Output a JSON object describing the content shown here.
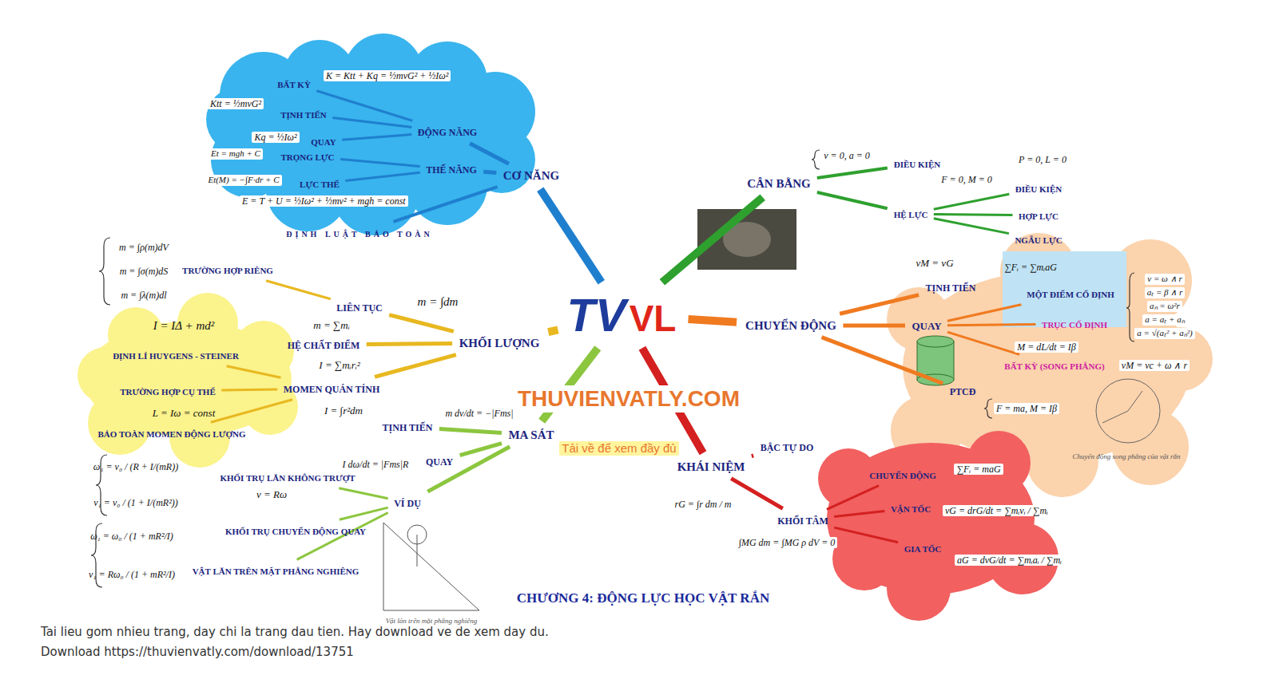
{
  "diagram": {
    "title": "CHƯƠNG 4: ĐỘNG LỰC HỌC VẬT RẮN",
    "nodes": [
      {
        "text": [
          "TV",
          "VL"
        ]
      },
      {
        "text": [
          "CƠ NĂNG"
        ]
      },
      {
        "text": [
          "ĐỘNG NĂNG"
        ]
      },
      {
        "text": [
          "BẤT KỲ"
        ]
      },
      {
        "text": [
          "TỊNH TIẾN"
        ]
      },
      {
        "text": [
          "QUAY"
        ]
      },
      {
        "text": [
          "THẾ NĂNG"
        ]
      },
      {
        "text": [
          "TRỌNG LỰC"
        ]
      },
      {
        "text": [
          "LỰC THẾ"
        ]
      },
      {
        "text": [
          "ĐỊNH LUẬT BẢO TOÀN"
        ]
      },
      {
        "text": [
          "KHỐI LƯỢNG"
        ]
      },
      {
        "text": [
          "LIÊN TỤC"
        ]
      },
      {
        "text": [
          "TRƯỜNG HỢP RIÊNG"
        ]
      },
      {
        "text": [
          "HỆ CHẤT ĐIỂM"
        ]
      },
      {
        "text": [
          "MOMEN QUÁN TÍNH"
        ]
      },
      {
        "text": [
          "ĐỊNH LÍ HUYGENS - STEINER"
        ]
      },
      {
        "text": [
          "TRƯỜNG HỢP CỤ THỂ"
        ]
      },
      {
        "text": [
          "BẢO TOÀN MOMEN ĐỘNG LƯỢNG"
        ]
      },
      {
        "text": [
          "MA SÁT"
        ]
      },
      {
        "text": [
          "TỊNH TIẾN"
        ]
      },
      {
        "text": [
          "QUAY"
        ]
      },
      {
        "text": [
          "VÍ DỤ"
        ]
      },
      {
        "text": [
          "KHỐI TRỤ LĂN KHÔNG TRƯỢT"
        ]
      },
      {
        "text": [
          "KHỐI TRỤ CHUYỂN ĐỘNG QUAY"
        ]
      },
      {
        "text": [
          "VẬT LĂN TRÊN MẶT PHẲNG NGHIÊNG"
        ]
      },
      {
        "text": [
          "CÂN BẰNG"
        ]
      },
      {
        "text": [
          "ĐIỀU KIỆN"
        ]
      },
      {
        "text": [
          "HỆ LỰC"
        ]
      },
      {
        "text": [
          "ĐIỀU KIỆN"
        ]
      },
      {
        "text": [
          "HỢP LỰC"
        ]
      },
      {
        "text": [
          "NGẪU LỰC"
        ]
      },
      {
        "text": [
          "CHUYỂN ĐỘNG"
        ]
      },
      {
        "text": [
          "TỊNH TIẾN"
        ]
      },
      {
        "text": [
          "QUAY"
        ]
      },
      {
        "text": [
          "MỘT ĐIỂM CỐ ĐỊNH"
        ]
      },
      {
        "text": [
          "TRỤC CỐ ĐỊNH"
        ]
      },
      {
        "text": [
          "BẤT KỲ (SONG PHẲNG)"
        ]
      },
      {
        "text": [
          "PTCĐ"
        ]
      },
      {
        "text": [
          "KHÁI NIỆM"
        ]
      },
      {
        "text": [
          "BẬC TỰ DO"
        ]
      },
      {
        "text": [
          "KHỐI TÂM"
        ]
      },
      {
        "text": [
          "CHUYỂN ĐỘNG"
        ]
      },
      {
        "text": [
          "VẬN TỐC"
        ]
      },
      {
        "text": [
          "GIA TỐC"
        ]
      }
    ],
    "edges": [
      {
        "from": 0,
        "to": 1,
        "arrow": "none"
      },
      {
        "from": 1,
        "to": 2,
        "arrow": "none"
      },
      {
        "from": 2,
        "to": 3,
        "arrow": "none"
      },
      {
        "from": 2,
        "to": 4,
        "arrow": "none"
      },
      {
        "from": 2,
        "to": 5,
        "arrow": "none"
      },
      {
        "from": 1,
        "to": 6,
        "arrow": "none"
      },
      {
        "from": 6,
        "to": 7,
        "arrow": "none"
      },
      {
        "from": 6,
        "to": 8,
        "arrow": "none"
      },
      {
        "from": 1,
        "to": 9,
        "arrow": "none"
      },
      {
        "from": 0,
        "to": 10,
        "arrow": "none"
      },
      {
        "from": 10,
        "to": 11,
        "arrow": "none"
      },
      {
        "from": 11,
        "to": 12,
        "arrow": "none"
      },
      {
        "from": 10,
        "to": 13,
        "arrow": "none"
      },
      {
        "from": 10,
        "to": 14,
        "arrow": "none"
      },
      {
        "from": 14,
        "to": 15,
        "arrow": "none"
      },
      {
        "from": 14,
        "to": 16,
        "arrow": "none"
      },
      {
        "from": 14,
        "to": 17,
        "arrow": "none"
      },
      {
        "from": 0,
        "to": 18,
        "arrow": "none"
      },
      {
        "from": 18,
        "to": 19,
        "arrow": "none"
      },
      {
        "from": 18,
        "to": 20,
        "arrow": "none"
      },
      {
        "from": 18,
        "to": 21,
        "arrow": "none"
      },
      {
        "from": 21,
        "to": 22,
        "arrow": "none"
      },
      {
        "from": 21,
        "to": 23,
        "arrow": "none"
      },
      {
        "from": 21,
        "to": 24,
        "arrow": "none"
      },
      {
        "from": 0,
        "to": 25,
        "arrow": "none"
      },
      {
        "from": 25,
        "to": 26,
        "arrow": "none"
      },
      {
        "from": 25,
        "to": 27,
        "arrow": "none"
      },
      {
        "from": 27,
        "to": 28,
        "arrow": "none"
      },
      {
        "from": 27,
        "to": 29,
        "arrow": "none"
      },
      {
        "from": 27,
        "to": 30,
        "arrow": "none"
      },
      {
        "from": 0,
        "to": 31,
        "arrow": "none"
      },
      {
        "from": 31,
        "to": 32,
        "arrow": "none"
      },
      {
        "from": 31,
        "to": 33,
        "arrow": "none"
      },
      {
        "from": 33,
        "to": 34,
        "arrow": "none"
      },
      {
        "from": 33,
        "to": 35,
        "arrow": "none"
      },
      {
        "from": 33,
        "to": 36,
        "arrow": "none"
      },
      {
        "from": 31,
        "to": 37,
        "arrow": "none"
      },
      {
        "from": 0,
        "to": 38,
        "arrow": "none"
      },
      {
        "from": 38,
        "to": 39,
        "arrow": "none"
      },
      {
        "from": 38,
        "to": 40,
        "arrow": "none"
      },
      {
        "from": 40,
        "to": 41,
        "arrow": "none"
      },
      {
        "from": 40,
        "to": 42,
        "arrow": "none"
      },
      {
        "from": 40,
        "to": 43,
        "arrow": "none"
      }
    ],
    "labels": [
      "K = Ktt + Kq = ½mvG² + ½Iω²",
      "Ktt = ½mvG²",
      "Kq = ½Iω²",
      "Et = mgh + C",
      "Et(M) = −∫F·dr + C",
      "E = T + U = ½Iω² + ½mv² + mgh = const",
      "m = ∫ρ(m)dV",
      "m = ∫σ(m)dS",
      "m = ∫λ(m)dl",
      "m = ∫dm",
      "m = ∑mᵢ",
      "I = IΔ + md²",
      "I = ∑mᵢrᵢ²",
      "L = Iω = const",
      "I = ∫r²dm",
      "m dv/dt = −|Fms|",
      "I dω/dt = |Fms|R",
      "ω₁ = v₀ / (R + I/(mR))",
      "v₁ = v₀ / (1 + I/(mR²))",
      "v = Rω",
      "ω₁ = ω₀ / (1 + mR²/I)",
      "v₁ = Rω₀ / (1 + mR²/I)",
      "v = 0, a = 0",
      "F = 0, M = 0",
      "P = 0, L = 0",
      "vM = vG",
      "∑Fᵢ = ∑mᵢaG",
      "v = ω ∧ r",
      "aₜ = β ∧ r",
      "aₙ = ω²r",
      "a = aₜ + aₙ",
      "a = √(aₜ² + aₙ²)",
      "M = dL/dt = Iβ",
      "vM = vc + ω ∧ r",
      "F = ma, M = Iβ",
      "Chuyển động song phẳng của vật rắn",
      "rG = ∫r dm / m",
      "∫MG dm = ∫MG ρ dV = 0",
      "∑Fᵢ = maG",
      "vG = drG/dt = ∑mᵢvᵢ / ∑mᵢ",
      "aG = dvG/dt = ∑mᵢaᵢ / ∑mᵢ",
      "Vật lăn trên mặt phẳng nghiêng",
      "THUVIENVATLY.COM",
      "Tải về để xem đầy đủ",
      "Tai lieu gom nhieu trang, day chi la trang dau tien. Hay download ve de xem day du.",
      "Download https://thuvienvatly.com/download/13751"
    ]
  }
}
